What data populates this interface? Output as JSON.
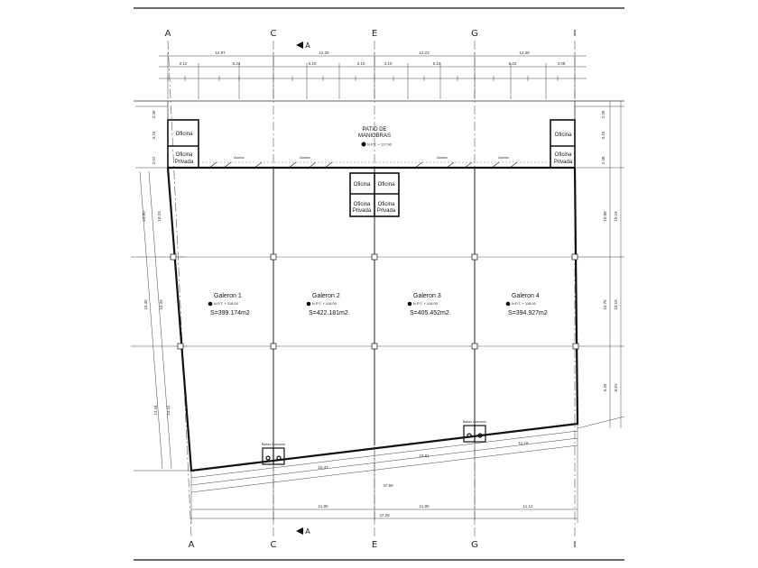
{
  "grid": {
    "top": [
      "A",
      "C",
      "E",
      "G",
      "I"
    ],
    "bottom": [
      "A",
      "C",
      "E",
      "G",
      "I"
    ]
  },
  "section_marker": {
    "label": "A"
  },
  "patio": {
    "line1": "PATIO DE",
    "line2": "MANIOBRAS",
    "level": "N.P.T. + 117.90"
  },
  "rooms": {
    "oficina": "Oficina",
    "privada_a": "Oficina",
    "privada_b": "Privada"
  },
  "acceso": "Acceso",
  "halls": [
    {
      "name": "Galeron 1",
      "level": "N.P.T. + 118.00",
      "area": "S=399.174m2"
    },
    {
      "name": "Galeron 2",
      "level": "N.P.T. + 118.00",
      "area": "S=422.181m2"
    },
    {
      "name": "Galeron 3",
      "level": "N.P.T. + 118.00",
      "area": "S=405.452m2"
    },
    {
      "name": "Galeron 4",
      "level": "N.P.T. + 118.00",
      "area": "S=394.927m2"
    }
  ],
  "bath_label": "Baños Comunes",
  "dims": {
    "top_row1": [
      "12.97",
      "12.26",
      "12.23",
      "12.39"
    ],
    "top_row2": [
      "3.12",
      "6.24",
      "6.10",
      "3.10",
      "3.10",
      "6.10",
      "6.22",
      "3.08"
    ],
    "left_side": [
      "2.30",
      "3.15",
      "2.07"
    ],
    "left_runs": [
      "10.80",
      "10.33",
      "10.40",
      "10.33",
      "13.34",
      "14.41"
    ],
    "right_side": [
      "2.35",
      "3.15",
      "2.48"
    ],
    "right_runs": [
      "10.88",
      "10.19",
      "10.76",
      "10.18",
      "9.33",
      "8.81"
    ],
    "bottom_row1": [
      "10.47",
      "10.81",
      "11.16"
    ],
    "bottom_row2": [
      "47.58"
    ],
    "bottom_row3": [
      "11.80",
      "11.80",
      "11.12"
    ],
    "bottom_total": "47.28"
  }
}
